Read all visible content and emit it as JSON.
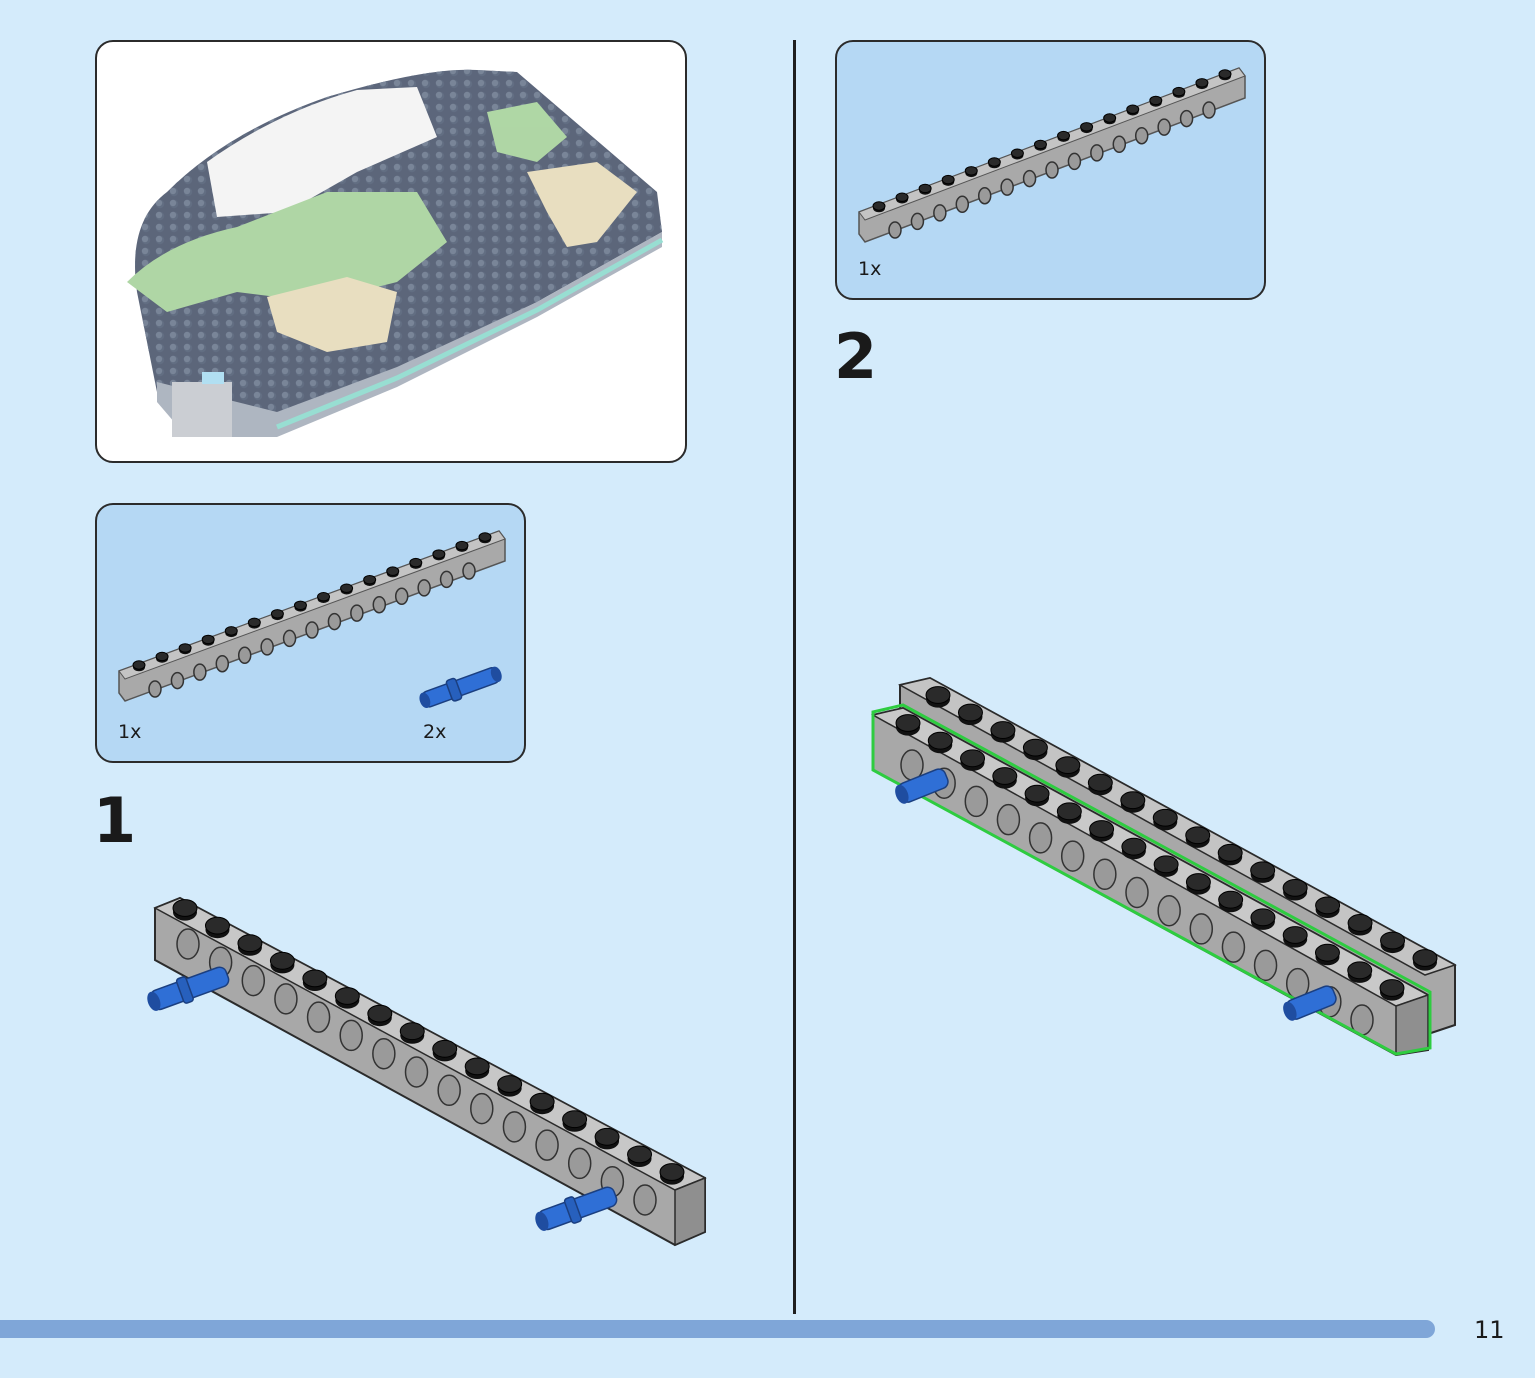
{
  "steps": [
    {
      "number": "1",
      "parts": [
        {
          "name": "technic-beam-16",
          "qty": "1x",
          "color": "#a8a8a8"
        },
        {
          "name": "technic-pin-blue",
          "qty": "2x",
          "color": "#2f6fd6"
        }
      ]
    },
    {
      "number": "2",
      "parts": [
        {
          "name": "technic-beam-16",
          "qty": "1x",
          "color": "#a8a8a8"
        }
      ]
    }
  ],
  "page": {
    "number": "11"
  },
  "colors": {
    "background": "#d4ebfb",
    "parts_panel": "#b5d8f4",
    "footer_bar": "#7fa6d8",
    "highlight": "#2ecc40",
    "beam": "#a8a8a8",
    "pin": "#2f6fd6"
  }
}
